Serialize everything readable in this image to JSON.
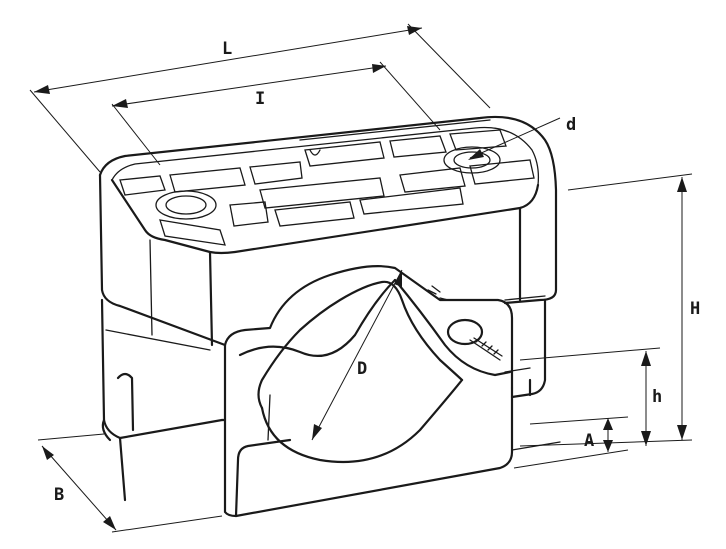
{
  "labels": {
    "L": "L",
    "I": "I",
    "d": "d",
    "H": "H",
    "h": "h",
    "A": "A",
    "D": "D",
    "B": "B"
  },
  "colors": {
    "line": "#1a1a1a",
    "background": "#ffffff"
  }
}
